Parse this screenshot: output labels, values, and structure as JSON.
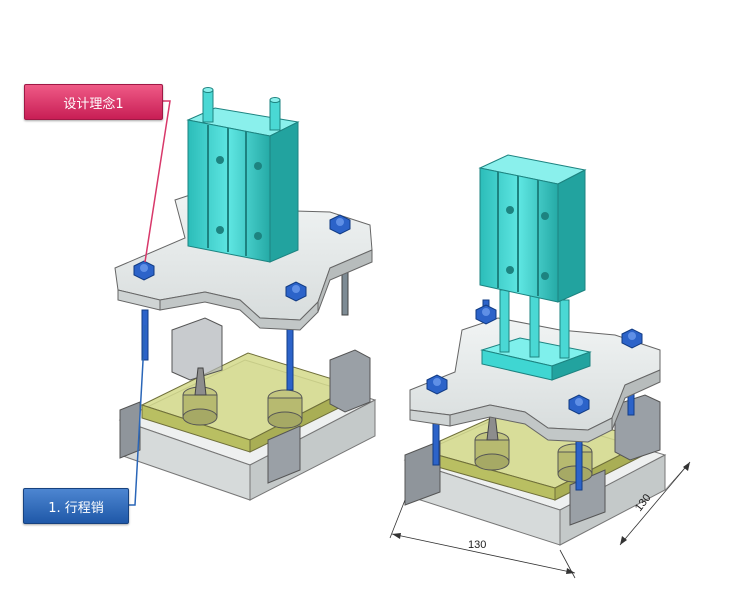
{
  "callouts": {
    "design_concept": "设计理念1",
    "stroke_pin": "1. 行程销"
  },
  "dimensions": {
    "width": "130",
    "depth": "130"
  },
  "colors": {
    "cylinder": "#3fd6d2",
    "plate": "#e4e8e8",
    "fixture_yellow": "#c9cf6e",
    "side_block": "#9aa0a6",
    "blue_screw": "#2c63c9",
    "label_pink": "#d8386a",
    "label_blue": "#2a66b8"
  }
}
